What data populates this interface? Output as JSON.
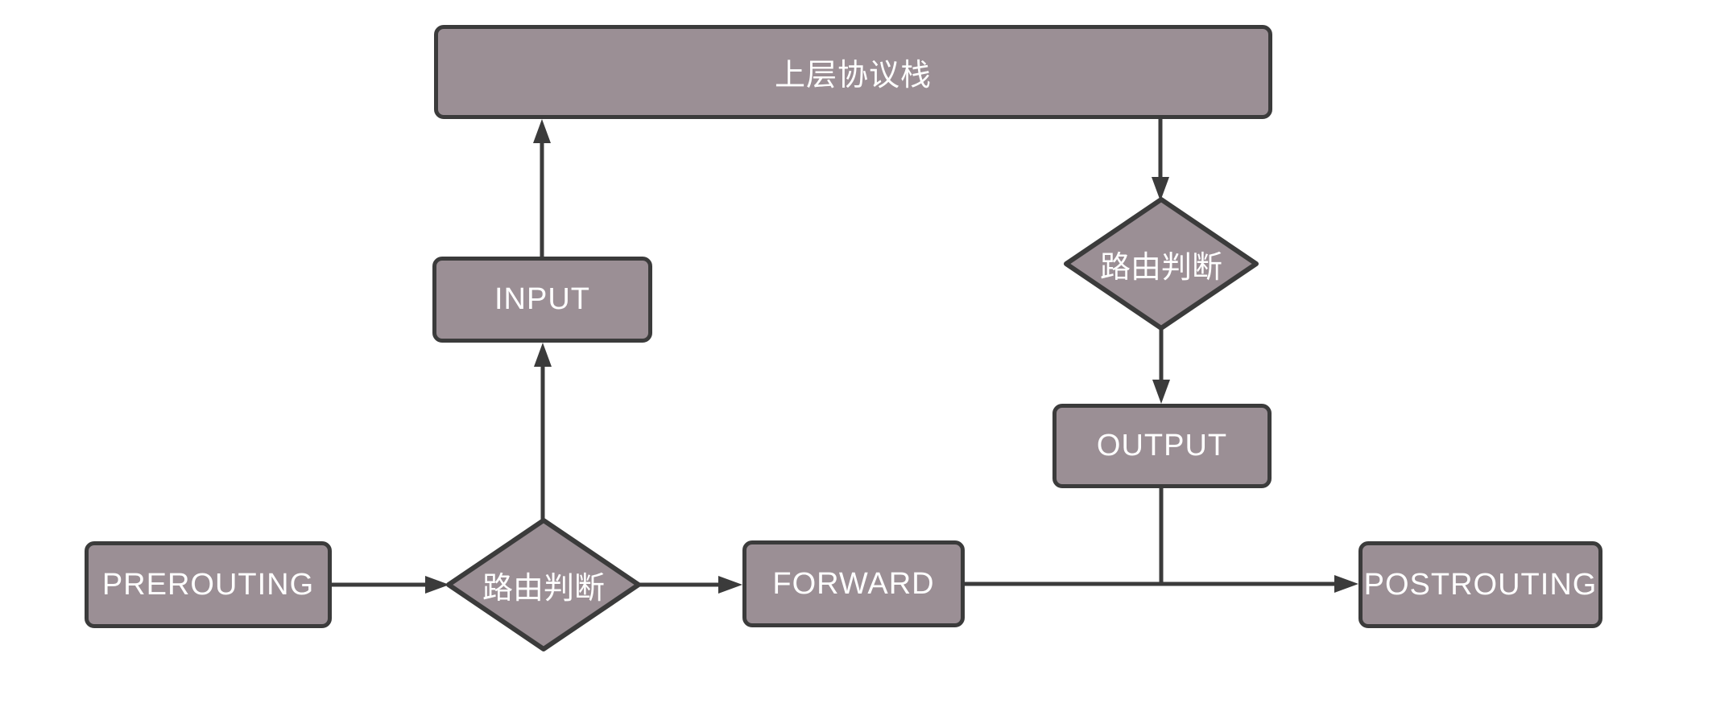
{
  "colors": {
    "background": "#ffffff",
    "node_fill": "#9b8f95",
    "node_border": "#3b3b3b",
    "connector": "#3b3b3b",
    "node_text": "#ffffff"
  },
  "nodes": {
    "protocol_stack": {
      "label": "上层协议栈",
      "shape": "rect"
    },
    "input": {
      "label": "INPUT",
      "shape": "rect"
    },
    "route_decision_top": {
      "label": "路由判断",
      "shape": "diamond"
    },
    "output": {
      "label": "OUTPUT",
      "shape": "rect"
    },
    "prerouting": {
      "label": "PREROUTING",
      "shape": "rect"
    },
    "route_decision_bottom": {
      "label": "路由判断",
      "shape": "diamond"
    },
    "forward": {
      "label": "FORWARD",
      "shape": "rect"
    },
    "postrouting": {
      "label": "POSTROUTING",
      "shape": "rect"
    }
  },
  "edges": [
    {
      "from": "prerouting",
      "to": "route_decision_bottom",
      "arrow": true
    },
    {
      "from": "route_decision_bottom",
      "to": "input",
      "arrow": true
    },
    {
      "from": "input",
      "to": "protocol_stack",
      "arrow": true
    },
    {
      "from": "protocol_stack",
      "to": "route_decision_top",
      "arrow": true
    },
    {
      "from": "route_decision_top",
      "to": "output",
      "arrow": true
    },
    {
      "from": "output",
      "to": "forward_to_postrouting_line",
      "arrow": false
    },
    {
      "from": "route_decision_bottom",
      "to": "forward",
      "arrow": true
    },
    {
      "from": "forward",
      "to": "postrouting",
      "arrow": true
    }
  ]
}
